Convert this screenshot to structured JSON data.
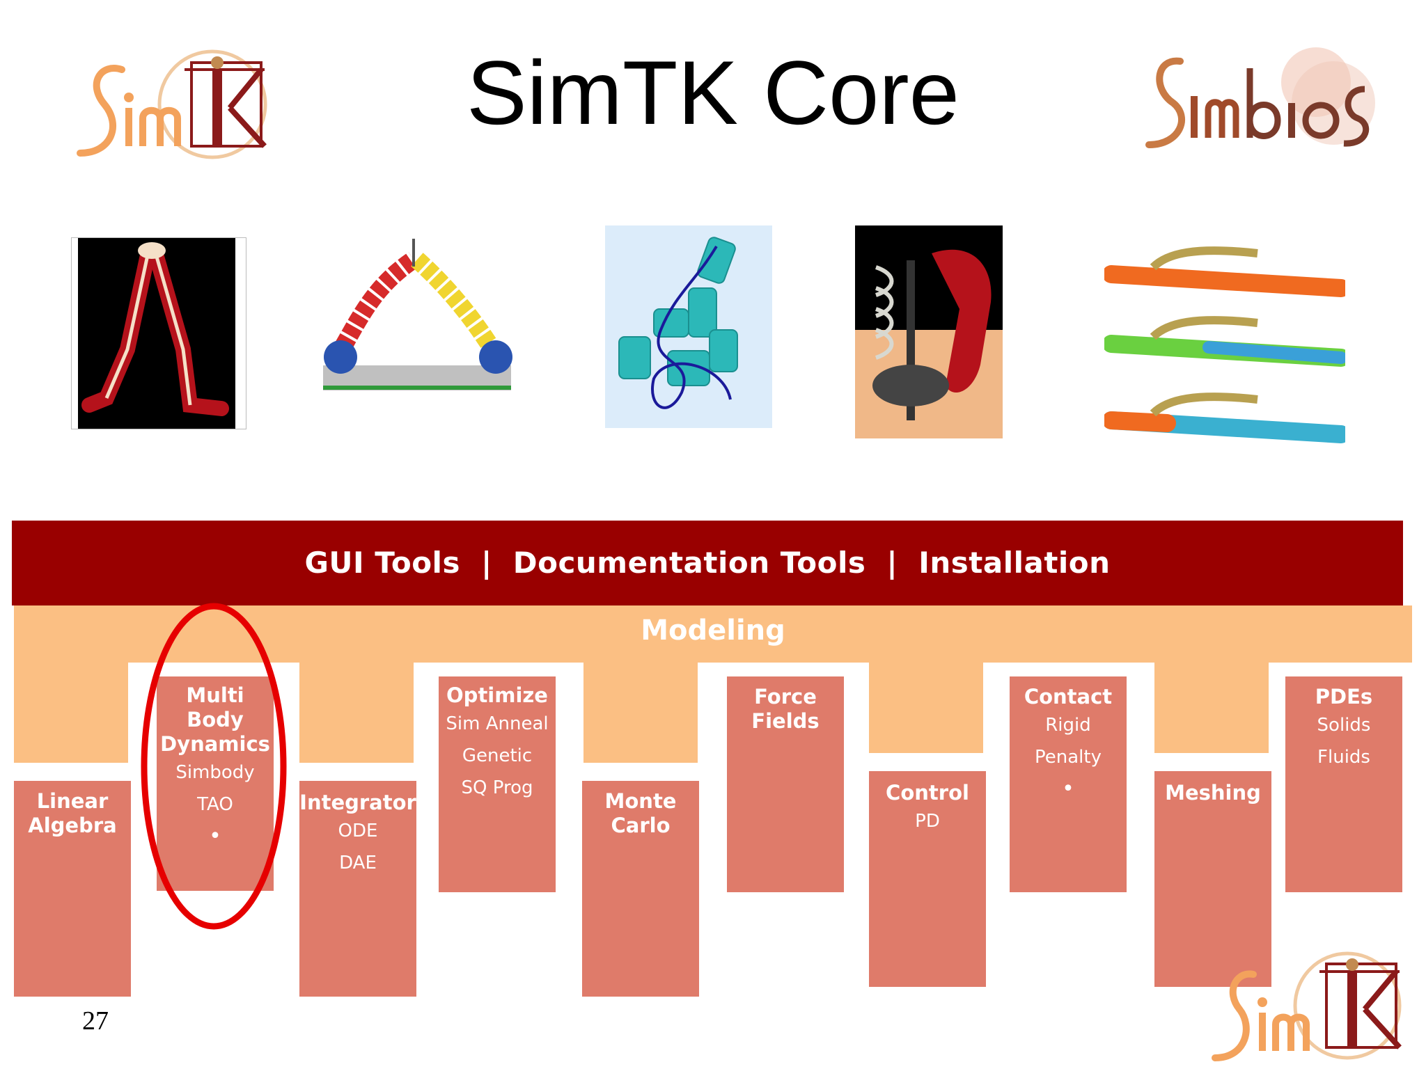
{
  "slide": {
    "title": "SimTK Core",
    "page_number": "27"
  },
  "logos": {
    "simtk": "SimTK",
    "simbios": "Simbios"
  },
  "banner": {
    "items": [
      "GUI Tools",
      "Documentation Tools",
      "Installation"
    ],
    "separator": "|"
  },
  "modeling": {
    "label": "Modeling"
  },
  "modules": {
    "linear_algebra": {
      "head": "Linear\nAlgebra",
      "items": []
    },
    "multibody": {
      "head": "Multi\nBody\nDynamics",
      "items": [
        "Simbody",
        "TAO"
      ],
      "bullet": "•"
    },
    "integrator": {
      "head": "Integrator",
      "items": [
        "ODE",
        "DAE"
      ]
    },
    "optimize": {
      "head": "Optimize",
      "items": [
        "Sim Anneal",
        "Genetic",
        "SQ Prog"
      ]
    },
    "monte_carlo": {
      "head": "Monte\nCarlo",
      "items": []
    },
    "force_fields": {
      "head": "Force\nFields",
      "items": []
    },
    "control": {
      "head": "Control",
      "items": [
        "PD"
      ]
    },
    "contact": {
      "head": "Contact",
      "items": [
        "Rigid",
        "Penalty"
      ],
      "bullet": "•"
    },
    "meshing": {
      "head": "Meshing",
      "items": []
    },
    "pdes": {
      "head": "PDEs",
      "items": [
        "Solids",
        "Fluids"
      ]
    }
  },
  "colors": {
    "banner": "#990000",
    "modeling": "#fbbf83",
    "module": "#df7b6a",
    "highlight": "#e60000"
  }
}
